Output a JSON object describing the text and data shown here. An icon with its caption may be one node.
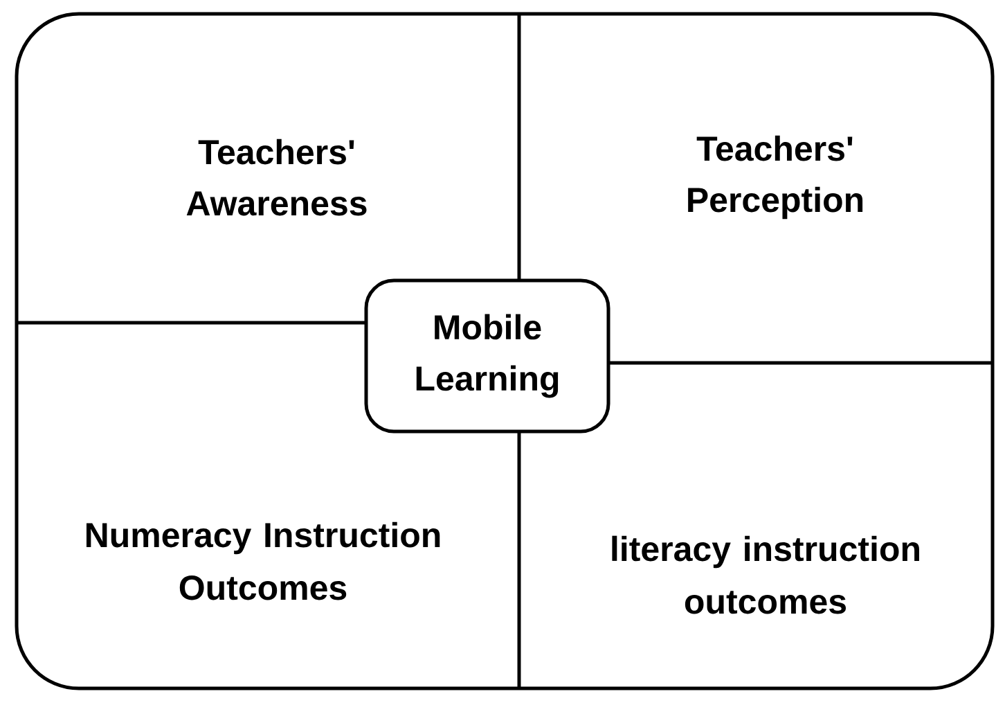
{
  "diagram": {
    "nodes": [
      {
        "text": [],
        "shape": "box"
      },
      {
        "text": [
          "Teachers' Awareness"
        ],
        "in": 0
      },
      {
        "text": [
          "Teachers' Perception"
        ],
        "in": 0
      },
      {
        "text": [
          "Numeracy Instruction Outcomes"
        ],
        "in": 0
      },
      {
        "text": [
          "literacy instruction outcomes"
        ],
        "in": 0
      },
      {
        "text": [
          "Mobile Learning"
        ],
        "in": 0
      }
    ]
  }
}
